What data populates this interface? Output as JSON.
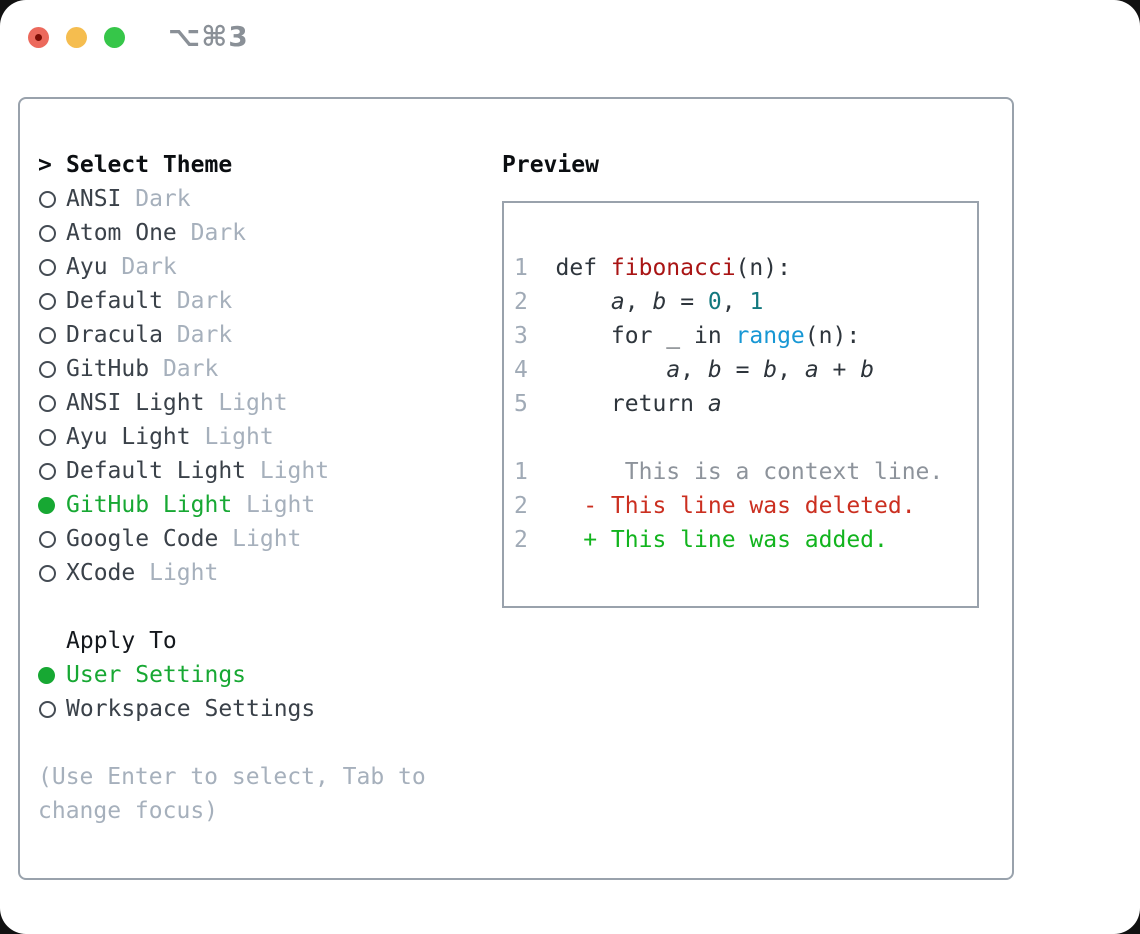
{
  "window": {
    "title": "⌥⌘3"
  },
  "colors": {
    "panel_border": "#99a2ac",
    "selected_green": "#17a833",
    "added_green": "#12b41e",
    "deleted_red": "#cb2f20",
    "function_red": "#a91414",
    "number_teal": "#12787e",
    "call_blue": "#1797d4",
    "muted_gray": "#a6b0bc",
    "text_dark": "#3a4149",
    "traffic_red": "#ec695c",
    "traffic_yellow": "#f5bd4f",
    "traffic_green": "#36c649"
  },
  "theme_panel": {
    "header": {
      "prefix": ">",
      "label": "Select Theme"
    },
    "themes": [
      {
        "name": "ANSI",
        "variant": "Dark",
        "selected": false
      },
      {
        "name": "Atom One",
        "variant": "Dark",
        "selected": false
      },
      {
        "name": "Ayu",
        "variant": "Dark",
        "selected": false
      },
      {
        "name": "Default",
        "variant": "Dark",
        "selected": false
      },
      {
        "name": "Dracula",
        "variant": "Dark",
        "selected": false
      },
      {
        "name": "GitHub",
        "variant": "Dark",
        "selected": false
      },
      {
        "name": "ANSI Light",
        "variant": "Light",
        "selected": false
      },
      {
        "name": "Ayu Light",
        "variant": "Light",
        "selected": false
      },
      {
        "name": "Default Light",
        "variant": "Light",
        "selected": false
      },
      {
        "name": "GitHub Light",
        "variant": "Light",
        "selected": true
      },
      {
        "name": "Google Code",
        "variant": "Light",
        "selected": false
      },
      {
        "name": "XCode",
        "variant": "Light",
        "selected": false
      }
    ],
    "apply_to": {
      "label": "Apply To",
      "options": [
        {
          "name": "User Settings",
          "selected": true
        },
        {
          "name": "Workspace Settings",
          "selected": false
        }
      ]
    },
    "hint_lines": [
      "(Use Enter to select, Tab to",
      "change focus)"
    ]
  },
  "preview": {
    "title": "Preview",
    "code_lines": [
      {
        "n": "1",
        "segs": [
          {
            "t": "def ",
            "c": "plain"
          },
          {
            "t": "fibonacci",
            "c": "func"
          },
          {
            "t": "(n):",
            "c": "plain"
          }
        ]
      },
      {
        "n": "2",
        "segs": [
          {
            "t": "    ",
            "c": "plain"
          },
          {
            "t": "a",
            "c": "var"
          },
          {
            "t": ", ",
            "c": "plain"
          },
          {
            "t": "b",
            "c": "var"
          },
          {
            "t": " = ",
            "c": "plain"
          },
          {
            "t": "0",
            "c": "number"
          },
          {
            "t": ", ",
            "c": "plain"
          },
          {
            "t": "1",
            "c": "number"
          }
        ]
      },
      {
        "n": "3",
        "segs": [
          {
            "t": "    for _ in ",
            "c": "plain"
          },
          {
            "t": "range",
            "c": "call"
          },
          {
            "t": "(n):",
            "c": "plain"
          }
        ]
      },
      {
        "n": "4",
        "segs": [
          {
            "t": "        ",
            "c": "plain"
          },
          {
            "t": "a",
            "c": "var"
          },
          {
            "t": ", ",
            "c": "plain"
          },
          {
            "t": "b",
            "c": "var"
          },
          {
            "t": " = ",
            "c": "plain"
          },
          {
            "t": "b",
            "c": "var"
          },
          {
            "t": ", ",
            "c": "plain"
          },
          {
            "t": "a",
            "c": "var"
          },
          {
            "t": " + ",
            "c": "plain"
          },
          {
            "t": "b",
            "c": "var"
          }
        ]
      },
      {
        "n": "5",
        "segs": [
          {
            "t": "    return ",
            "c": "plain"
          },
          {
            "t": "a",
            "c": "var"
          }
        ]
      }
    ],
    "diff_lines": [
      {
        "n": "1",
        "segs": [
          {
            "t": "     This is a context line.",
            "c": "context"
          }
        ]
      },
      {
        "n": "2",
        "segs": [
          {
            "t": "  - This line was deleted.",
            "c": "deleted"
          }
        ]
      },
      {
        "n": "2",
        "segs": [
          {
            "t": "  + This line was added.",
            "c": "added"
          }
        ]
      }
    ]
  }
}
